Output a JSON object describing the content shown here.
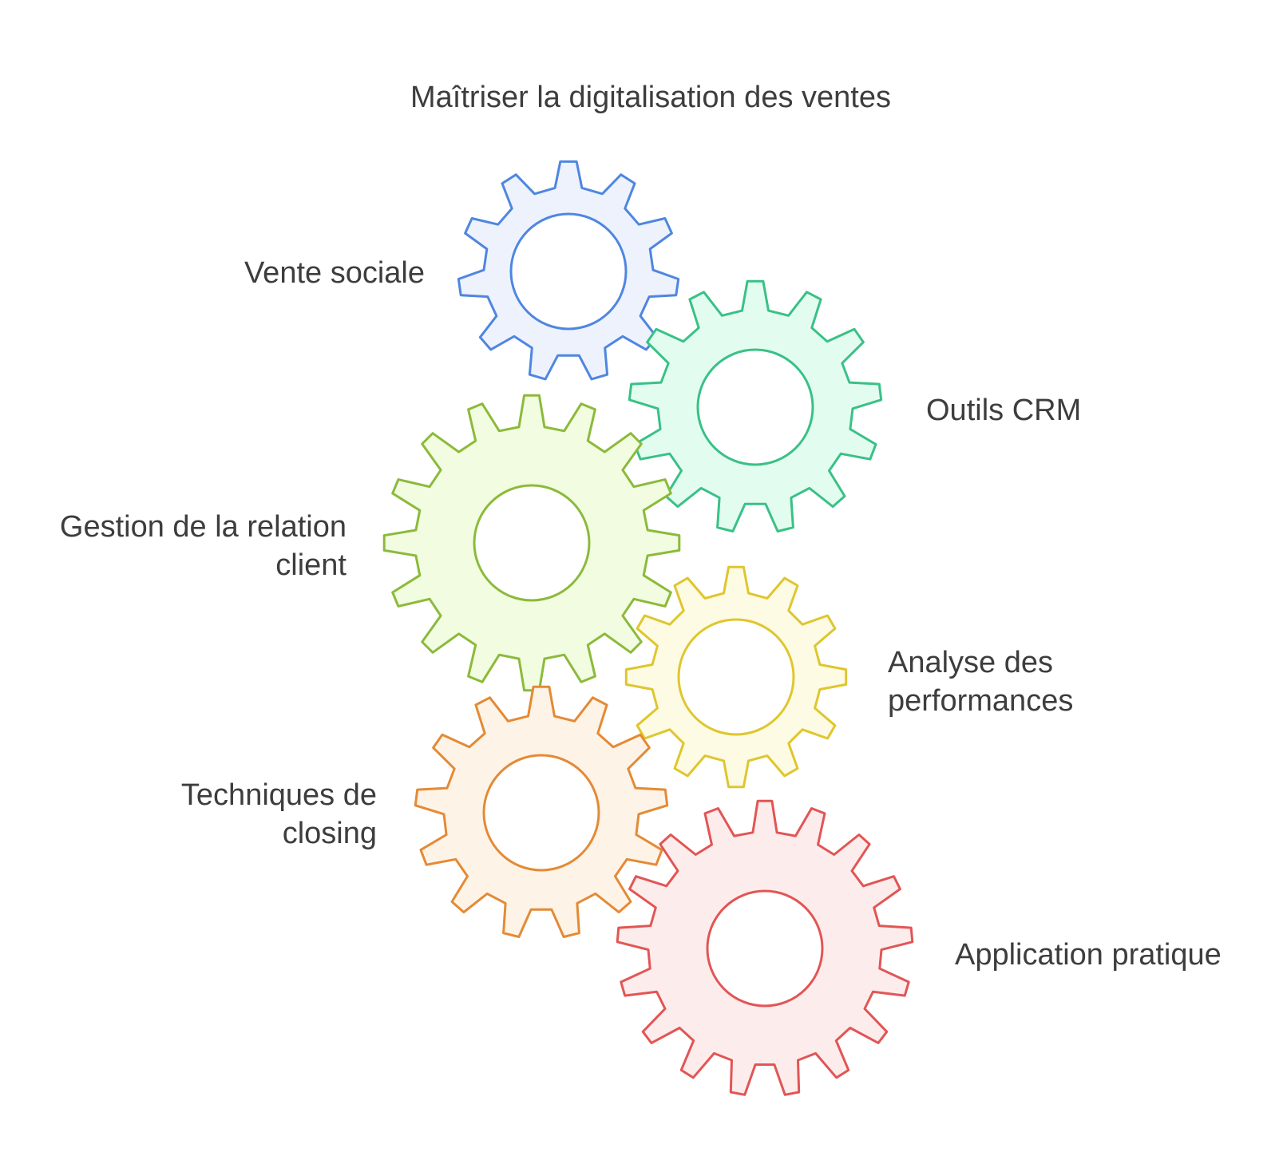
{
  "diagram": {
    "title": "Maîtriser la digitalisation des ventes",
    "gears": [
      {
        "id": "vente-sociale",
        "label": [
          "Vente sociale"
        ],
        "stroke": "#4f86e0",
        "fill": "#edf2fd",
        "teeth": 11
      },
      {
        "id": "outils-crm",
        "label": [
          "Outils CRM"
        ],
        "stroke": "#39c186",
        "fill": "#e3fcf0",
        "teeth": 13
      },
      {
        "id": "gestion-relation-client",
        "label": [
          "Gestion de la relation",
          "client"
        ],
        "stroke": "#8cba3a",
        "fill": "#f1fce0",
        "teeth": 16
      },
      {
        "id": "analyse-performances",
        "label": [
          "Analyse des",
          "performances"
        ],
        "stroke": "#dfc62e",
        "fill": "#fdfbe3",
        "teeth": 12
      },
      {
        "id": "techniques-closing",
        "label": [
          "Techniques de",
          "closing"
        ],
        "stroke": "#e48a35",
        "fill": "#fef3e7",
        "teeth": 13
      },
      {
        "id": "application-pratique",
        "label": [
          "Application pratique"
        ],
        "stroke": "#e25555",
        "fill": "#fdecec",
        "teeth": 17
      }
    ]
  }
}
